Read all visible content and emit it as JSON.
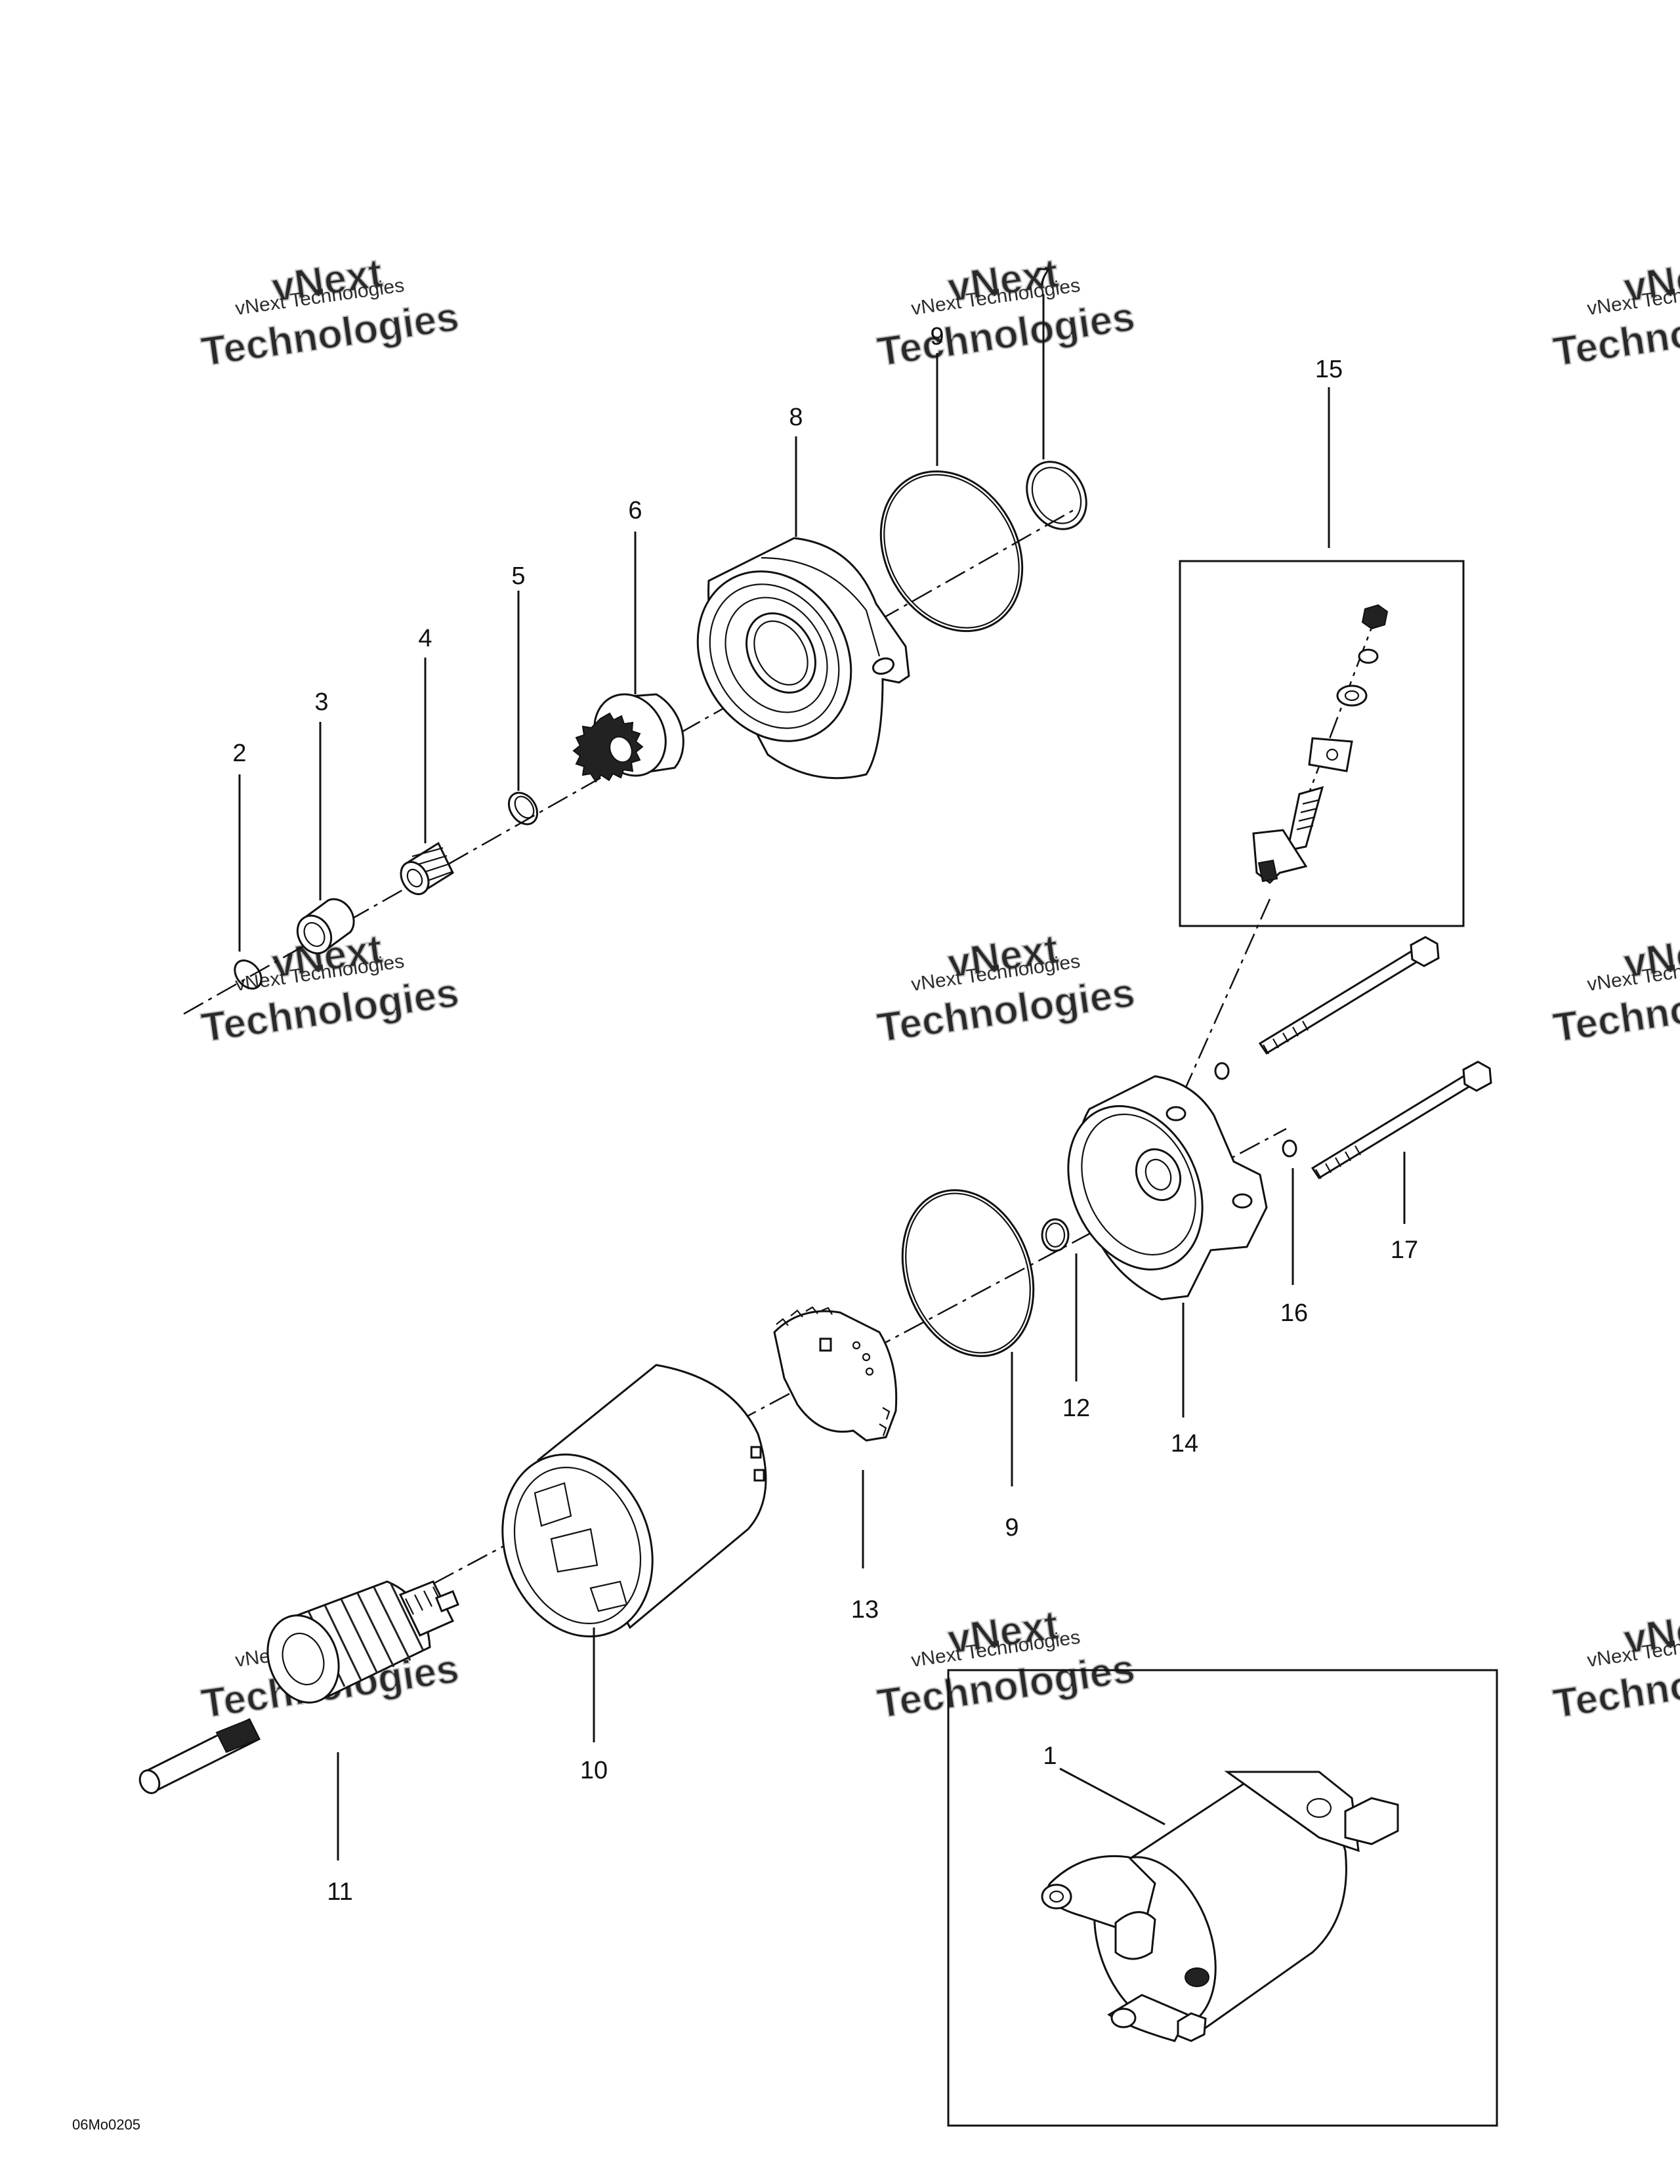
{
  "drawing_code": "06Mo0205",
  "watermark": {
    "line1": "vNext Technologies",
    "line2": "Technologies"
  },
  "callouts": [
    {
      "id": "1",
      "label": "1"
    },
    {
      "id": "2",
      "label": "2"
    },
    {
      "id": "3",
      "label": "3"
    },
    {
      "id": "4",
      "label": "4"
    },
    {
      "id": "5",
      "label": "5"
    },
    {
      "id": "6",
      "label": "6"
    },
    {
      "id": "7",
      "label": "7"
    },
    {
      "id": "8",
      "label": "8"
    },
    {
      "id": "9a",
      "label": "9"
    },
    {
      "id": "9b",
      "label": "9"
    },
    {
      "id": "10",
      "label": "10"
    },
    {
      "id": "11",
      "label": "11"
    },
    {
      "id": "12",
      "label": "12"
    },
    {
      "id": "13",
      "label": "13"
    },
    {
      "id": "14",
      "label": "14"
    },
    {
      "id": "15",
      "label": "15"
    },
    {
      "id": "16",
      "label": "16"
    },
    {
      "id": "17",
      "label": "17"
    }
  ]
}
